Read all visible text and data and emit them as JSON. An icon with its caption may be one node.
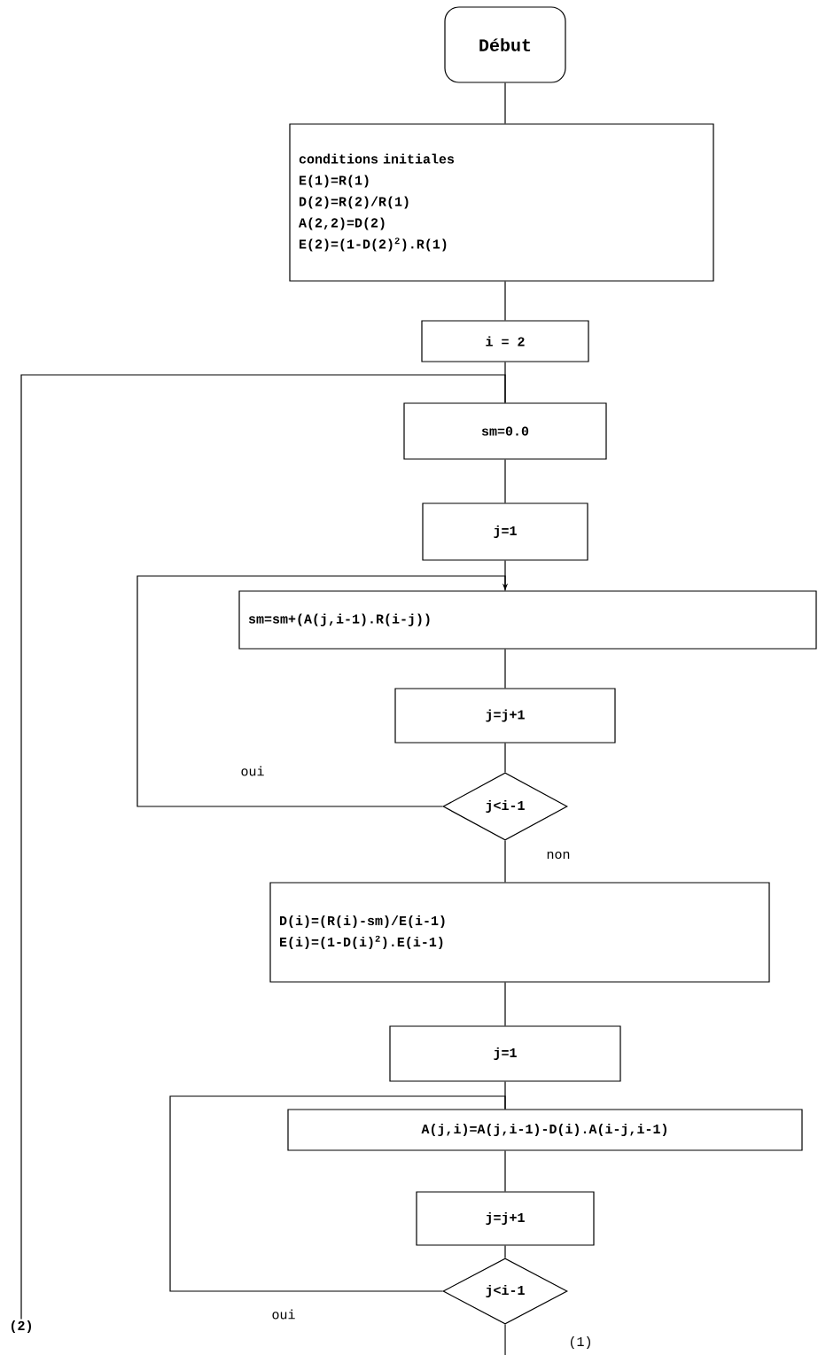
{
  "diagram": {
    "nodes": [
      {
        "text": [
          "Début"
        ]
      },
      {
        "text": [
          "conditions initiales",
          "E(1)=R(1)",
          "D(2)=R(2)/R(1)",
          "A(2,2)=D(2)",
          "E(2)=(1-D(2)$^{2}$).R(1)"
        ]
      },
      {
        "text": [
          "i = 2"
        ]
      },
      {
        "text": [
          "sm=0.0"
        ]
      },
      {
        "text": [
          "j=1"
        ]
      },
      {
        "text": [
          "sm=sm+(A(j,i-1).R(i-j))"
        ]
      },
      {
        "text": [
          "j=j+1"
        ]
      },
      {
        "text": [
          "j<i-1"
        ]
      },
      {
        "text": [
          "D(i)=(R(i)-sm)/E(i-1)",
          "E(i)=(1-D(i)$^{2}$).E(i-1)"
        ]
      },
      {
        "text": [
          "j=1"
        ]
      },
      {
        "text": [
          "A(j,i)=A(j,i-1)-D(i).A(i-j,i-1)"
        ]
      },
      {
        "text": [
          "j=j+1"
        ]
      },
      {
        "text": [
          "j<i-1"
        ]
      },
      {
        "text": [
          "(2)"
        ]
      }
    ],
    "edges": [
      {
        "from": 0,
        "to": 1,
        "arrow": "none"
      },
      {
        "from": 1,
        "to": 2,
        "arrow": "none"
      },
      {
        "from": 2,
        "to": 3,
        "arrow": "none"
      },
      {
        "from": 3,
        "to": 4,
        "arrow": "none"
      },
      {
        "from": 4,
        "to": 5,
        "arrow": "none"
      },
      {
        "from": 5,
        "to": 6,
        "arrow": "none"
      },
      {
        "from": 6,
        "to": 7,
        "arrow": "none"
      },
      {
        "from": 7,
        "to": 5,
        "arrow": "to",
        "label": "oui"
      },
      {
        "from": 7,
        "to": 8,
        "arrow": "none",
        "label": "non"
      },
      {
        "from": 8,
        "to": 9,
        "arrow": "none"
      },
      {
        "from": 9,
        "to": 10,
        "arrow": "none"
      },
      {
        "from": 10,
        "to": 11,
        "arrow": "none"
      },
      {
        "from": 11,
        "to": 12,
        "arrow": "none"
      },
      {
        "from": 12,
        "to": 10,
        "arrow": "none",
        "label": "oui"
      },
      {
        "from": 12,
        "to": null,
        "arrow": "none",
        "label": "(1)"
      },
      {
        "from": 13,
        "to": 3,
        "arrow": "none"
      }
    ]
  }
}
